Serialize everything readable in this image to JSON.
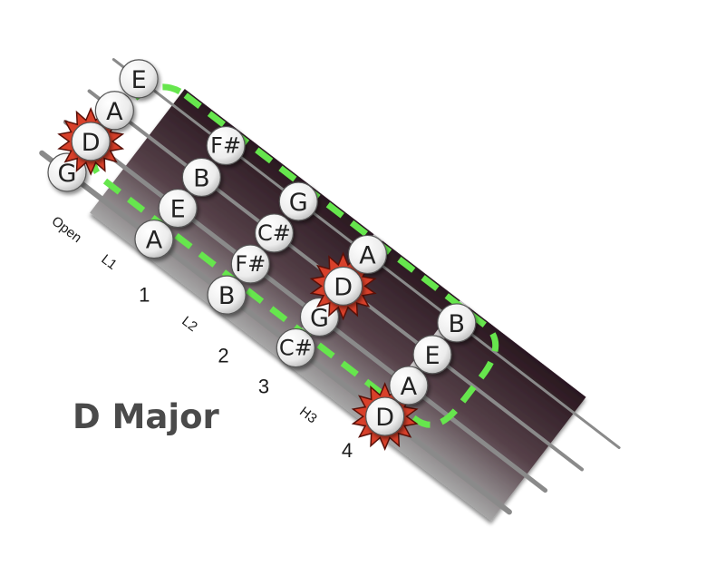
{
  "title": "D Major",
  "colors": {
    "outline": "#66e64d",
    "star_fill": "#d8402a",
    "star_stroke": "#5a1008",
    "fingerboard_dark": "#2a1820",
    "fingerboard_light": "#9a9a9a",
    "note_fill": "#f2f2f2"
  },
  "positions": [
    "Open",
    "L1",
    "1",
    "L2",
    "2",
    "3",
    "H3",
    "4"
  ],
  "strings": [
    {
      "name": "G",
      "notes": [
        {
          "label": "G",
          "root": false
        },
        {
          "label": "A",
          "root": false
        },
        {
          "label": "B",
          "root": false
        },
        {
          "label": "C#",
          "root": false
        },
        {
          "label": "D",
          "root": true
        }
      ]
    },
    {
      "name": "D",
      "notes": [
        {
          "label": "D",
          "root": true
        },
        {
          "label": "E",
          "root": false
        },
        {
          "label": "F#",
          "root": false
        },
        {
          "label": "G",
          "root": false
        },
        {
          "label": "A",
          "root": false
        }
      ]
    },
    {
      "name": "A",
      "notes": [
        {
          "label": "A",
          "root": false
        },
        {
          "label": "B",
          "root": false
        },
        {
          "label": "C#",
          "root": false
        },
        {
          "label": "D",
          "root": true
        },
        {
          "label": "E",
          "root": false
        }
      ]
    },
    {
      "name": "E",
      "notes": [
        {
          "label": "E",
          "root": false
        },
        {
          "label": "F#",
          "root": false
        },
        {
          "label": "G",
          "root": false
        },
        {
          "label": "A",
          "root": false
        },
        {
          "label": "B",
          "root": false
        }
      ]
    }
  ]
}
